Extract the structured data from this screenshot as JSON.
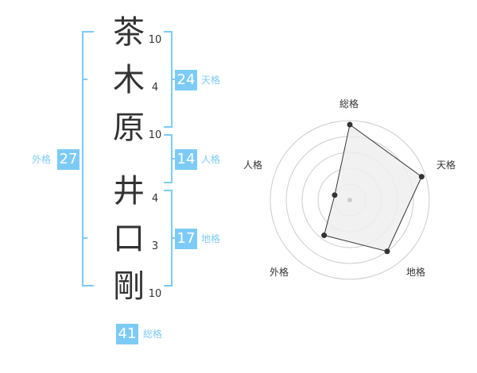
{
  "name_chars": [
    {
      "char": "茶",
      "strokes": "10"
    },
    {
      "char": "木",
      "strokes": "4"
    },
    {
      "char": "原",
      "strokes": "10"
    },
    {
      "char": "井",
      "strokes": "4"
    },
    {
      "char": "口",
      "strokes": "3"
    },
    {
      "char": "剛",
      "strokes": "10"
    }
  ],
  "fortunes": {
    "tenkaku": {
      "value": "24",
      "label": "天格"
    },
    "jinkaku": {
      "value": "14",
      "label": "人格"
    },
    "chikaku": {
      "value": "17",
      "label": "地格"
    },
    "gaikaku": {
      "value": "27",
      "label": "外格"
    },
    "soukaku": {
      "value": "41",
      "label": "総格"
    }
  },
  "radar": {
    "axes": [
      "総格",
      "天格",
      "地格",
      "外格",
      "人格"
    ],
    "values": [
      0.95,
      0.95,
      0.8,
      0.55,
      0.2
    ],
    "colors": {
      "grid": "#cccccc",
      "fill": "#eeeeee",
      "line": "#333333",
      "point": "#333333"
    }
  },
  "colors": {
    "accent": "#7ccbf7",
    "text": "#333333"
  }
}
